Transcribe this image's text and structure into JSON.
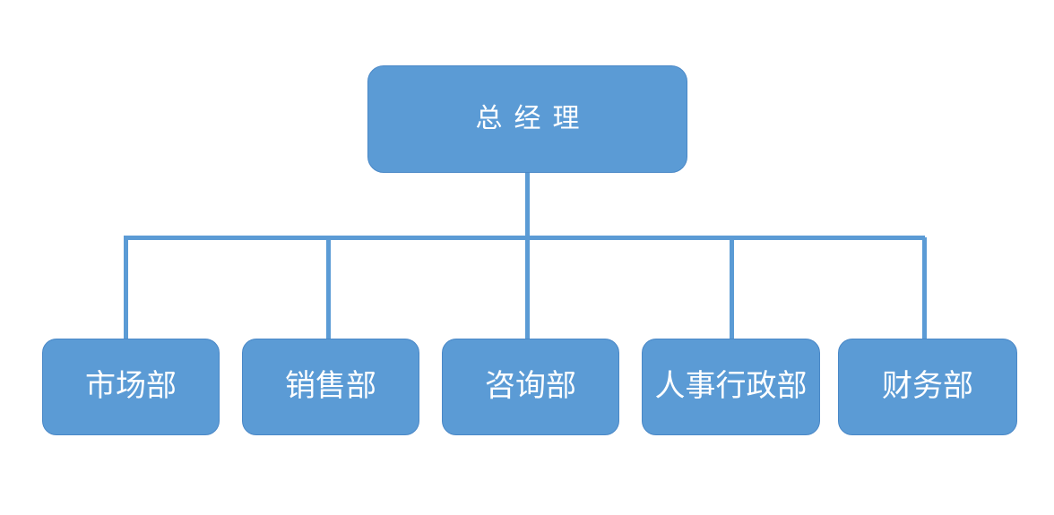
{
  "chart_data": {
    "type": "diagram",
    "diagram_kind": "organization-chart",
    "title": "",
    "orientation": "top-down",
    "root": {
      "id": "gm",
      "label": "总经理"
    },
    "children": [
      {
        "id": "marketing",
        "label": "市场部"
      },
      {
        "id": "sales",
        "label": "销售部"
      },
      {
        "id": "consulting",
        "label": "咨询部"
      },
      {
        "id": "hr-admin",
        "label": "人事行政部"
      },
      {
        "id": "finance",
        "label": "财务部"
      }
    ],
    "edges": [
      {
        "from": "gm",
        "to": "marketing"
      },
      {
        "from": "gm",
        "to": "sales"
      },
      {
        "from": "gm",
        "to": "consulting"
      },
      {
        "from": "gm",
        "to": "hr-admin"
      },
      {
        "from": "gm",
        "to": "finance"
      }
    ]
  },
  "nodes": {
    "root": {
      "label": "总经理"
    },
    "leaves": [
      {
        "label": "市场部"
      },
      {
        "label": "销售部"
      },
      {
        "label": "咨询部"
      },
      {
        "label": "人事行政部"
      },
      {
        "label": "财务部"
      }
    ]
  },
  "colors": {
    "node_fill": "#5b9bd5",
    "node_border": "#4a88c7",
    "connector": "#5b9bd5",
    "text": "#ffffff",
    "background": "#ffffff"
  }
}
